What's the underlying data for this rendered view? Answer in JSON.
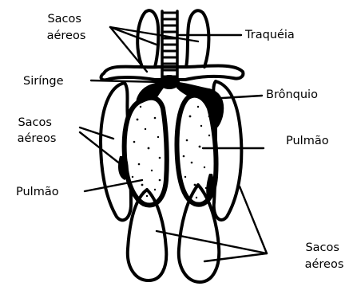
{
  "diagram": {
    "labels": {
      "sacos_top": [
        "Sacos",
        "aéreos"
      ],
      "traqueia": "Traquéia",
      "siringe": "Sirínge",
      "bronquio": "Brônquio",
      "sacos_left": [
        "Sacos",
        "aéreos"
      ],
      "pulmao_right": "Pulmão",
      "pulmao_left": "Pulmão",
      "sacos_bottom": [
        "Sacos",
        "aéreos"
      ]
    },
    "colors": {
      "ink": "#000000",
      "background": "#ffffff",
      "lung_fill": "#ffffff"
    }
  }
}
